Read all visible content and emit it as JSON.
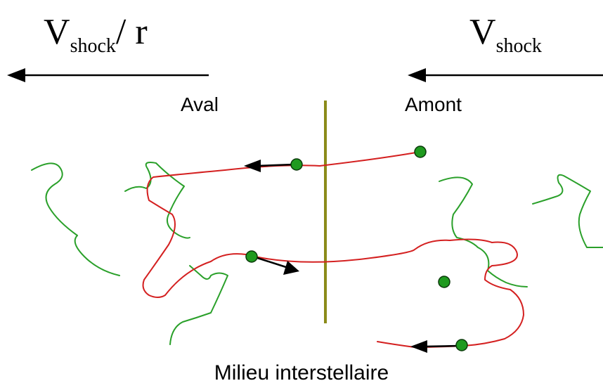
{
  "labels": {
    "v_left_main": "V",
    "v_left_sub": "shock",
    "v_left_suffix": "/ r",
    "v_right_main": "V",
    "v_right_sub": "shock",
    "downstream": "Aval",
    "upstream": "Amont",
    "medium": "Milieu interstellaire"
  },
  "colors": {
    "background": "#ffffff",
    "arrow": "#000000",
    "shock_front": "#8b8b1a",
    "particle_path": "#d42020",
    "magnetic_field": "#2aa02a",
    "particle_fill": "#1f9a1f",
    "particle_stroke": "#0a3a0a"
  }
}
